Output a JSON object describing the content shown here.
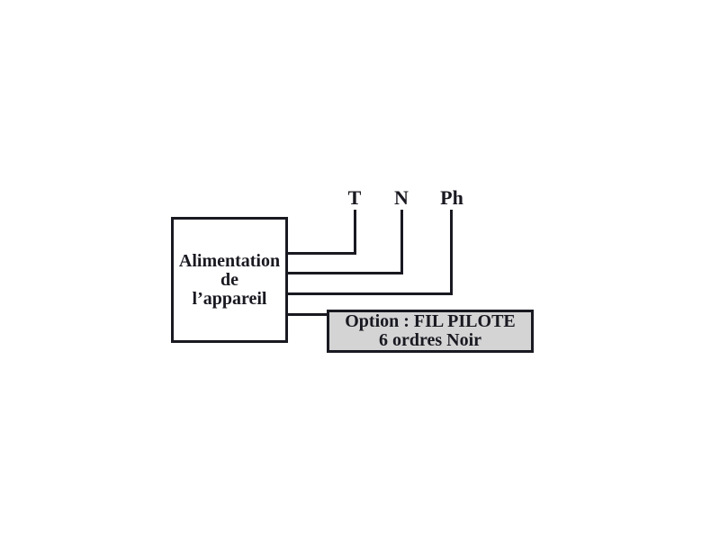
{
  "diagram": {
    "supply_box": {
      "lines": [
        "Alimentation",
        "de",
        "l’appareil"
      ]
    },
    "terminals": [
      {
        "label": "T"
      },
      {
        "label": "N"
      },
      {
        "label": "Ph"
      }
    ],
    "option_box": {
      "lines": [
        "Option : FIL PILOTE",
        "6 ordres Noir"
      ]
    },
    "colors": {
      "ink": "#191921",
      "option_fill": "#d4d4d4",
      "background": "#ffffff"
    }
  }
}
